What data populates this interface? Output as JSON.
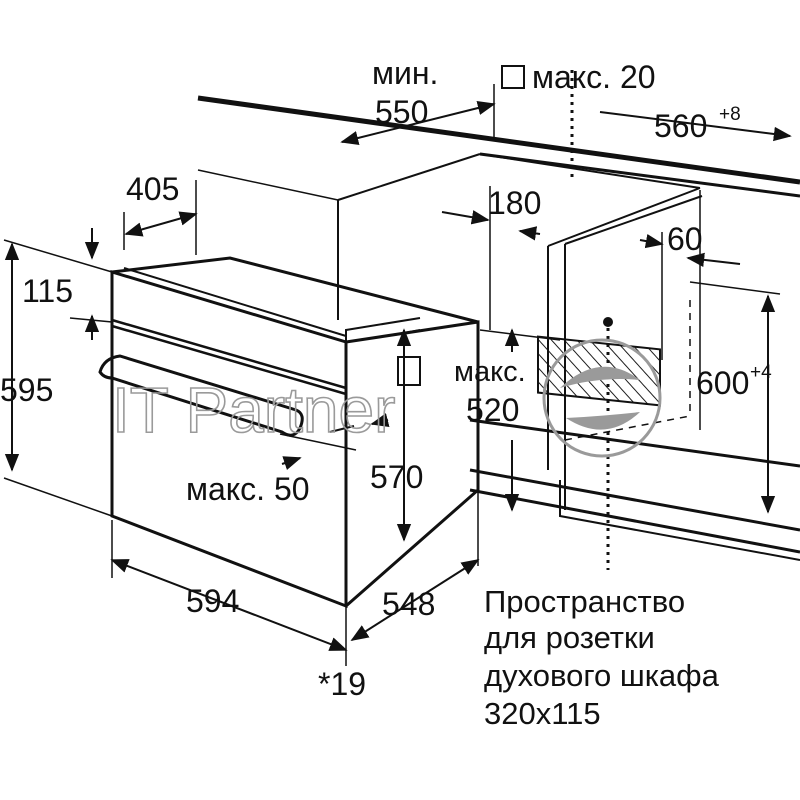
{
  "labels": {
    "min_label": "мин.",
    "min_value": "550",
    "max_square": "макс. 20",
    "width_niche": "560",
    "width_niche_tol": "+8",
    "d405": "405",
    "d180": "180",
    "d60": "60",
    "d115": "115",
    "d595": "595",
    "max520_label": "макс.",
    "max520_value": "520",
    "height_niche": "600",
    "height_niche_tol": "+4",
    "max50": "макс. 50",
    "d570": "570",
    "d594": "594",
    "d548": "548",
    "d19": "*19"
  },
  "note_lines": [
    "Пространство",
    "для розетки",
    "духового шкафа",
    "320x115"
  ],
  "watermark": "IT Partner",
  "colors": {
    "line": "#111111",
    "watermark": "#9a9a9a",
    "background": "#ffffff"
  }
}
